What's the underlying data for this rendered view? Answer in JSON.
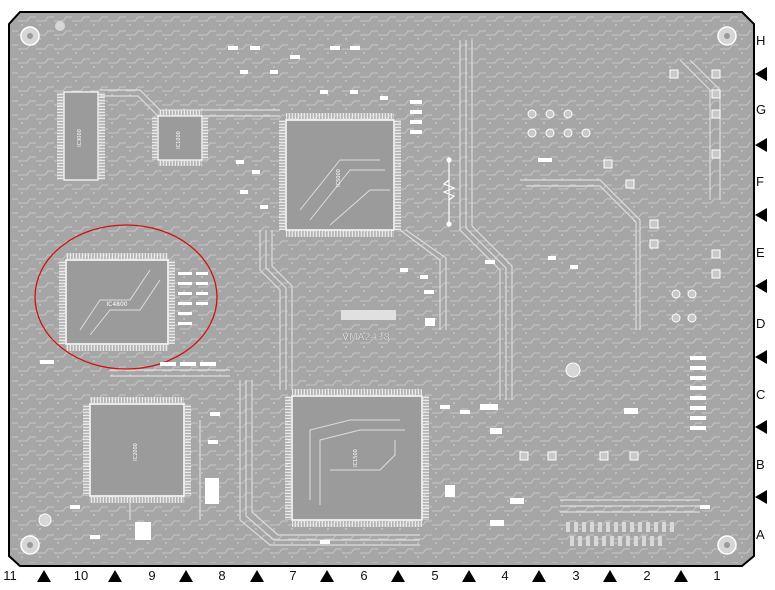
{
  "board": {
    "part_label": "VMA2438",
    "outline_color": "#000000",
    "board_color": "#a6a6a6",
    "trace_color": "#d8d8d8",
    "highlight_color": "#d01010"
  },
  "grid": {
    "rows": [
      "H",
      "G",
      "F",
      "E",
      "D",
      "C",
      "B",
      "A"
    ],
    "columns": [
      "11",
      "10",
      "9",
      "8",
      "7",
      "6",
      "5",
      "4",
      "3",
      "2",
      "1"
    ]
  },
  "ics": [
    {
      "ref": "IC4800"
    },
    {
      "ref": "IC3000"
    },
    {
      "ref": "IC1000"
    },
    {
      "ref": "IC5000"
    },
    {
      "ref": "IC2000"
    },
    {
      "ref": "IC1500"
    }
  ]
}
